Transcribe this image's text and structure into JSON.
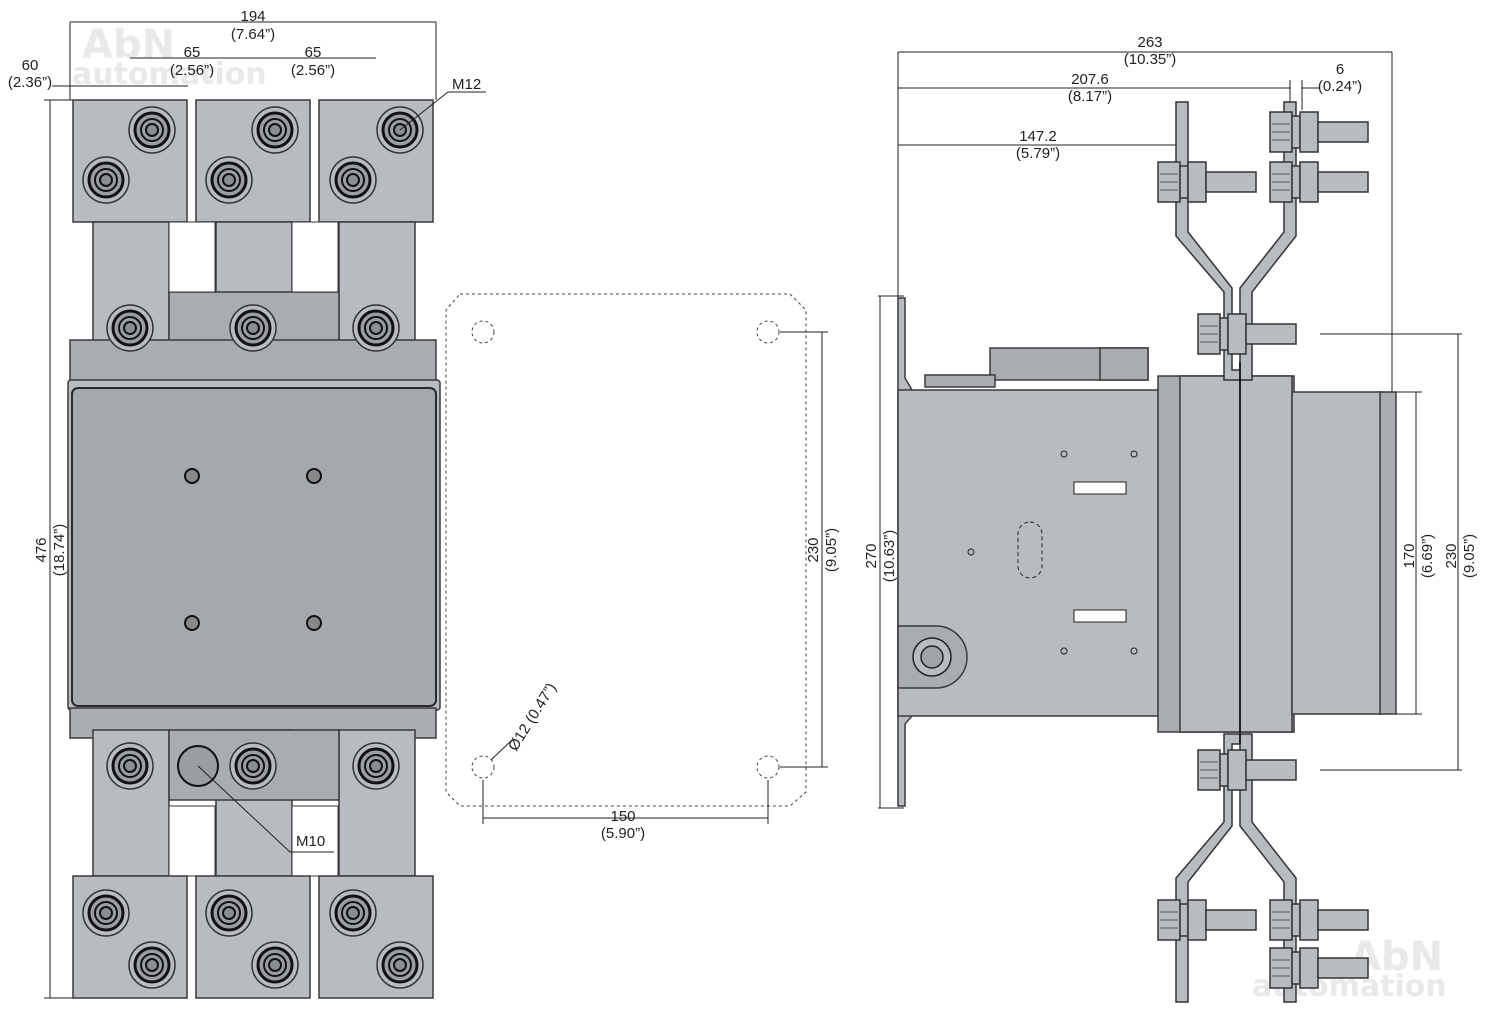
{
  "watermarks": {
    "brand": "AbN",
    "sub": "automation"
  },
  "front_view": {
    "width_dim": {
      "value": "194",
      "inch": "(7.64”)"
    },
    "pitch_dim_1": {
      "value": "65",
      "inch": "(2.56”)"
    },
    "pitch_dim_2": {
      "value": "65",
      "inch": "(2.56”)"
    },
    "offset_dim": {
      "value": "60",
      "inch": "(2.36”)"
    },
    "height_dim": {
      "value": "476",
      "inch": "(18.74”)"
    },
    "callout_top": "M12",
    "callout_bottom": "M10"
  },
  "mounting_plan": {
    "height_dim": {
      "value": "230",
      "inch": "(9.05”)"
    },
    "width_dim": {
      "value": "150",
      "inch": "(5.90”)"
    },
    "hole_dim": "Ø12 (0.47”)"
  },
  "side_view": {
    "overall_dim": {
      "value": "263",
      "inch": "(10.35”)"
    },
    "dim_207": {
      "value": "207.6",
      "inch": "(8.17”)"
    },
    "dim_6": {
      "value": "6",
      "inch": "(0.24”)"
    },
    "dim_147": {
      "value": "147.2",
      "inch": "(5.79”)"
    },
    "height_dim": {
      "value": "270",
      "inch": "(10.63”)"
    },
    "coil_dim": {
      "value": "170",
      "inch": "(6.69”)"
    },
    "terminal_dim": {
      "value": "230",
      "inch": "(9.05”)"
    }
  }
}
